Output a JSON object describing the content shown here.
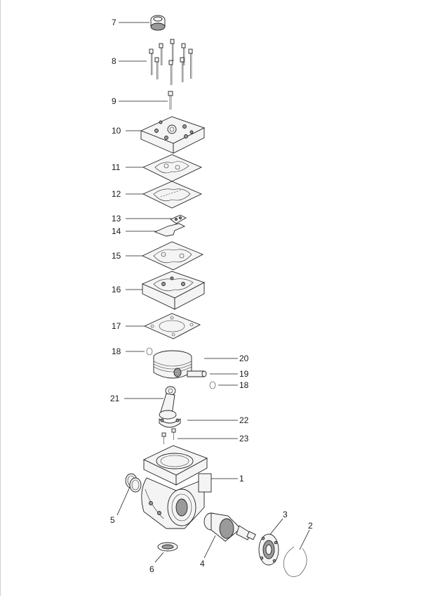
{
  "callouts": [
    {
      "id": "7",
      "label": "7"
    },
    {
      "id": "8",
      "label": "8"
    },
    {
      "id": "9",
      "label": "9"
    },
    {
      "id": "10",
      "label": "10"
    },
    {
      "id": "11",
      "label": "11"
    },
    {
      "id": "12",
      "label": "12"
    },
    {
      "id": "13",
      "label": "13"
    },
    {
      "id": "14",
      "label": "14"
    },
    {
      "id": "15",
      "label": "15"
    },
    {
      "id": "16",
      "label": "16"
    },
    {
      "id": "17",
      "label": "17"
    },
    {
      "id": "18a",
      "label": "18"
    },
    {
      "id": "20",
      "label": "20"
    },
    {
      "id": "19",
      "label": "19"
    },
    {
      "id": "18b",
      "label": "18"
    },
    {
      "id": "21",
      "label": "21"
    },
    {
      "id": "22",
      "label": "22"
    },
    {
      "id": "23",
      "label": "23"
    },
    {
      "id": "1",
      "label": "1"
    },
    {
      "id": "3",
      "label": "3"
    },
    {
      "id": "2",
      "label": "2"
    },
    {
      "id": "5",
      "label": "5"
    },
    {
      "id": "6",
      "label": "6"
    },
    {
      "id": "4",
      "label": "4"
    }
  ],
  "colors": {
    "line": "#222222",
    "fill_light": "#f4f4f4",
    "fill_dark": "#9a9a9a"
  }
}
